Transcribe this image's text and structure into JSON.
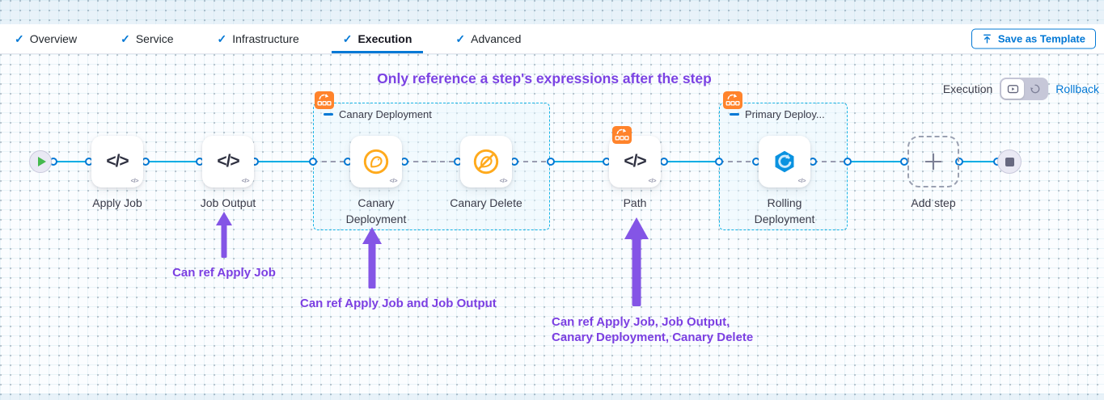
{
  "header": {
    "tabs": [
      {
        "label": "Overview"
      },
      {
        "label": "Service"
      },
      {
        "label": "Infrastructure"
      },
      {
        "label": "Execution"
      },
      {
        "label": "Advanced"
      }
    ],
    "active_tab": "Execution",
    "save_as_template_label": "Save as Template"
  },
  "toolbar": {
    "execution_label": "Execution",
    "rollback_label": "Rollback"
  },
  "canvas": {
    "annotation_title": "Only reference a step's expressions after the step",
    "code_glyph": "</>",
    "groups": [
      {
        "name": "Canary Deployment"
      },
      {
        "name": "Primary Deploy..."
      }
    ],
    "nodes": [
      {
        "id": "start",
        "icon": "play-icon"
      },
      {
        "label": "Apply Job",
        "icon": "code-icon"
      },
      {
        "label": "Job Output",
        "icon": "code-icon"
      },
      {
        "label": "Canary Deployment",
        "icon": "canary-icon"
      },
      {
        "label": "Canary Delete",
        "icon": "canary-delete-icon"
      },
      {
        "label": "Path",
        "icon": "code-icon",
        "badge": "looping-badge"
      },
      {
        "label": "Rolling Deployment",
        "icon": "rolling-deployment-icon"
      },
      {
        "label": "Add step",
        "icon": "plus-icon"
      },
      {
        "id": "end",
        "icon": "stop-icon"
      }
    ],
    "annotations": [
      {
        "text": "Can ref Apply Job"
      },
      {
        "text": "Can ref Apply Job and Job Output"
      },
      {
        "line1": "Can ref Apply Job, Job Output,",
        "line2": "Canary Deployment, Canary Delete"
      }
    ],
    "colors": {
      "accent_blue": "#0278d5",
      "connector_blue": "#00ade4",
      "dashed_gray": "#999cb0",
      "annotation_purple": "#7b42e3",
      "badge_orange": "#ff832b",
      "canary_orange": "#ffaa1d",
      "rolling_blue": "#0a92e0"
    }
  }
}
